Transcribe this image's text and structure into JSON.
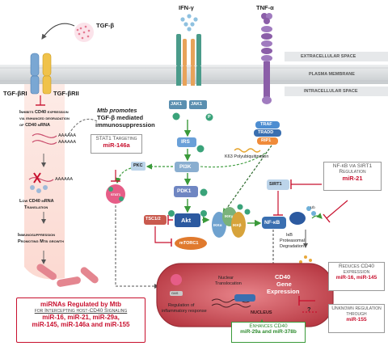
{
  "space_labels": {
    "extracellular": "EXTRACELLULAR SPACE",
    "membrane": "PLASMA MEMBRANE",
    "intracellular": "INTRACELLULAR SPACE"
  },
  "ligands": {
    "tgf": "TGF-β",
    "ifn": "IFN-γ",
    "tnf": "TNF-α"
  },
  "receptors": {
    "tgfri": "TGF-βRI",
    "tgfrii": "TGF-βRII",
    "jak1a": "JAK1",
    "jak1b": "JAK1"
  },
  "tnf_adaptors": {
    "traf": "TRAF",
    "tradd": "TRADD",
    "rip1": "RIP1",
    "k63": "K63 Polyubiquitination"
  },
  "left_panel": {
    "inhibits_line1": "Inhibits CD40 expression",
    "inhibits_line2": "via enhanced degradation",
    "inhibits_line3": "of CD40 mRNA",
    "polyA": "AAAAAA",
    "low_line1": "Low CD40 mRNA",
    "low_line2": "Translation",
    "immuno_line1": "Immunosuppression",
    "immuno_line2": "Promoting Mtb growth"
  },
  "mtb_note": {
    "line1": "Mtb promotes",
    "line2": "TGF-β mediated",
    "line3": "immunosuppression"
  },
  "stat1_box": {
    "title": "STAT1 Targeting",
    "mirna": "miR-146a"
  },
  "nfkb_box": {
    "title_line1": "NF-κB via SIRT1",
    "title_line2": "Regulation",
    "mirna": "miR-21"
  },
  "kinases": {
    "irs": "IRS",
    "pi3k": "PI3K",
    "pkc": "PKC",
    "pdk1": "PDK1",
    "akt": "Akt",
    "tsc": "TSC1/2",
    "mtorc1": "mTORC1",
    "p": "P",
    "stat1": "STAT1"
  },
  "nfkb_pathway": {
    "sirt1": "SIRT1",
    "nfkb": "NF-κB",
    "ikk_a": "IKKα",
    "ikk_b": "IKKβ",
    "ikk_g": "IKKγ",
    "ikb_line1": "IκB",
    "ikb_line2": "Proteasomal",
    "ikb_line3": "Degradation",
    "ub": "Ub"
  },
  "nucleus": {
    "translocation_line1": "Nuclear",
    "translocation_line2": "Translocation",
    "gene_line1": "CD40",
    "gene_line2": "Gene",
    "gene_line3": "Expression",
    "label": "NUCLEUS",
    "regulation_line1": "Regulation of",
    "regulation_line2": "inflammatory response",
    "gas": "GAS",
    "question": "?"
  },
  "reduces_box": {
    "title_line1": "Reduces CD40",
    "title_line2": "expression",
    "mirna": "miR-16, miR-145"
  },
  "unknown_box": {
    "title_line1": "Unknown regulation",
    "title_line2": "through",
    "mirna": "miR-155"
  },
  "enhances_box": {
    "title": "Enhances CD40",
    "mirna": "miR-29a and miR-378b"
  },
  "bottom_box": {
    "title": "miRNAs Regulated by Mtb",
    "subtitle": "for Intercepting host-CD40 Signaling",
    "line1": "miR-16, miR-21, miR-29a,",
    "line2": "miR-145, miR-146a and miR-155"
  },
  "colors": {
    "mirna_red": "#c8102e",
    "enhance_green": "#2e8b2e",
    "akt_blue": "#2c5aa0",
    "nucleus_red": "#c4474f",
    "membrane_grey": "#d3d6d8"
  }
}
